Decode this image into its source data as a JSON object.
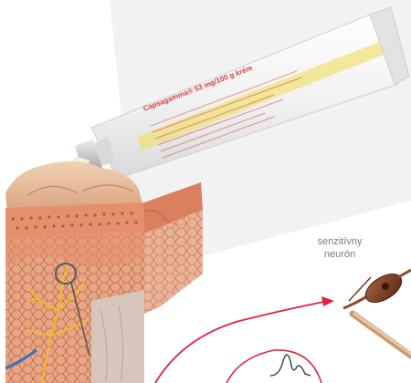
{
  "neuron_label": {
    "line1": "senzitívny",
    "line2": "neurón"
  },
  "tube": {
    "brand": "Capsagamma",
    "dose": "® 53 mg/100 g krém"
  },
  "colors": {
    "background": "#ffffff",
    "light_panel": "#f2f2f2",
    "skin_top": "#e2b48e",
    "skin_layer": "#e58f6c",
    "skin_dark": "#c9704f",
    "tube_red": "#d64040",
    "tube_yellow": "#f0de6a",
    "nerve_yellow": "#f4c01a",
    "circuit_red": "#e2223c",
    "neuron_brown": "#6e3218"
  },
  "icons": [
    "ointment-tube-icon",
    "skin-block-icon",
    "nerve-fiber-icon",
    "sensory-neuron-icon",
    "signal-wave-icon"
  ]
}
